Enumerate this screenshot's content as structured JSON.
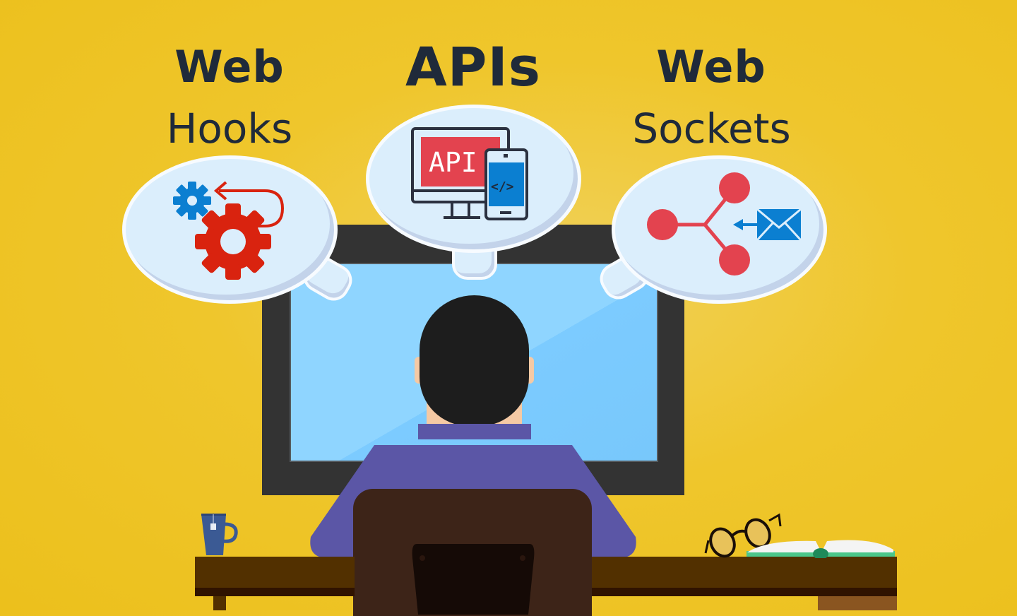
{
  "headings": {
    "left": {
      "bold": "Web",
      "light": "Hooks"
    },
    "center": {
      "bold": "APIs"
    },
    "right": {
      "bold": "Web",
      "light": "Sockets"
    }
  },
  "icons": {
    "left": "gears-webhook-icon",
    "center": "api-monitor-phone-icon",
    "center_screen_text": "API",
    "center_phone_code": "</>",
    "right": "share-nodes-envelope-icon"
  },
  "scene": {
    "elements": [
      "monitor",
      "person-back",
      "office-chair",
      "desk",
      "mug",
      "glasses",
      "open-book"
    ]
  },
  "colors": {
    "background": "#efc62c",
    "heading": "#1f2a3a",
    "bubble": "#dbeefc",
    "gear_red": "#d9230f",
    "gear_blue": "#0b7fd1",
    "node_red": "#e3434f",
    "shirt": "#5b56a6",
    "screen": "#7ccbff",
    "desk": "#4f3000"
  }
}
